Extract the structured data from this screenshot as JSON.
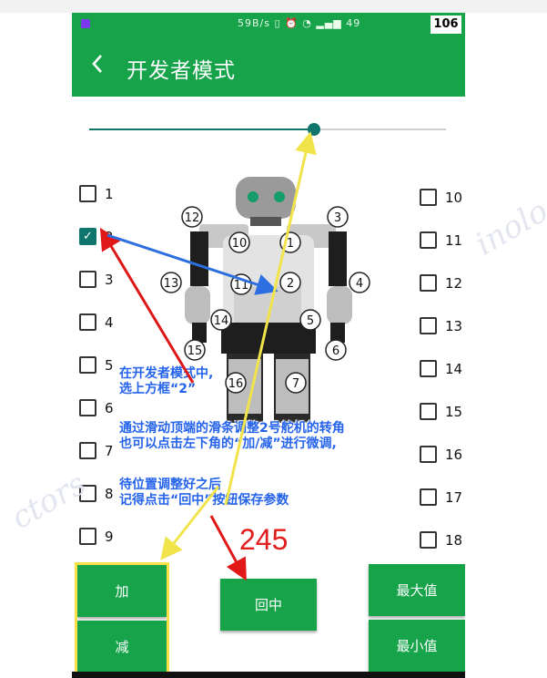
{
  "status_bar": {
    "network_speed": "59B/s",
    "battery": "49",
    "badge": "106"
  },
  "app_bar": {
    "back_icon": "chevron-left-icon",
    "title": "开发者模式"
  },
  "slider": {
    "value_fraction": 0.63
  },
  "servo_checkboxes_left": [
    {
      "label": "1",
      "checked": false
    },
    {
      "label": "2",
      "checked": true
    },
    {
      "label": "3",
      "checked": false
    },
    {
      "label": "4",
      "checked": false
    },
    {
      "label": "5",
      "checked": false
    },
    {
      "label": "6",
      "checked": false
    },
    {
      "label": "7",
      "checked": false
    },
    {
      "label": "8",
      "checked": false
    },
    {
      "label": "9",
      "checked": false
    }
  ],
  "servo_checkboxes_right": [
    {
      "label": "10",
      "checked": false
    },
    {
      "label": "11",
      "checked": false
    },
    {
      "label": "12",
      "checked": false
    },
    {
      "label": "13",
      "checked": false
    },
    {
      "label": "14",
      "checked": false
    },
    {
      "label": "15",
      "checked": false
    },
    {
      "label": "16",
      "checked": false
    },
    {
      "label": "17",
      "checked": false
    },
    {
      "label": "18",
      "checked": false
    }
  ],
  "robot_servo_labels": [
    "1",
    "2",
    "3",
    "4",
    "5",
    "6",
    "7",
    "10",
    "11",
    "12",
    "13",
    "14",
    "15",
    "16"
  ],
  "angle_value": "245",
  "buttons": {
    "plus": "加",
    "minus": "减",
    "center": "回中",
    "max": "最大值",
    "min": "最小值"
  },
  "annotations": {
    "step1_line1": "在开发者模式中,",
    "step1_line2": "选上方框“2”",
    "step2_line1": "通过滑动顶端的滑条调整2号舵机的转角",
    "step2_line2": "也可以点击左下角的“加/减”进行微调,",
    "step3_line1": "待位置调整好之后",
    "step3_line2": "记得点击“回中”按钮保存参数"
  },
  "watermarks": [
    "ctors",
    "inolo"
  ],
  "colors": {
    "primary_green": "#16a34a",
    "accent_teal": "#0f766e",
    "value_red": "#e11d1d",
    "arrow_red": "#e01818",
    "arrow_blue": "#2d6fe0",
    "arrow_yellow": "#f1e34a"
  }
}
